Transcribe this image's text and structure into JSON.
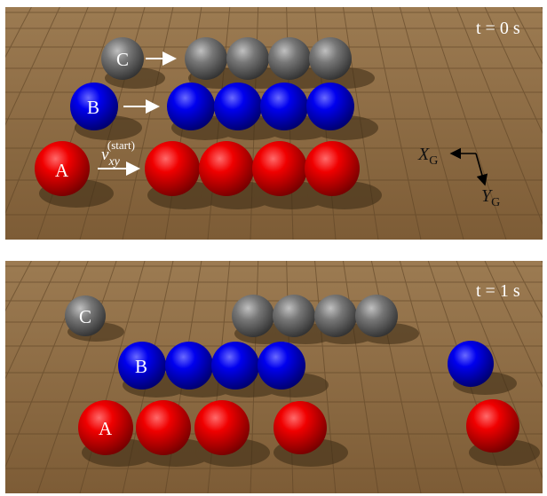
{
  "panels": [
    {
      "time_label": "t = 0 s",
      "labels": {
        "a": "A",
        "b": "B",
        "c": "C"
      },
      "velocity": {
        "symbol": "v",
        "subscript": "xy",
        "superscript": "(start)"
      },
      "axes": {
        "x_symbol": "X",
        "x_subscript": "G",
        "y_symbol": "Y",
        "y_subscript": "G"
      }
    },
    {
      "time_label": "t = 1 s",
      "labels": {
        "a": "A",
        "b": "B",
        "c": "C"
      }
    }
  ],
  "colors": {
    "floor": "#8a6a42",
    "floor_grid": "#5e4426",
    "red_ball": "#e00000",
    "blue_ball": "#0000e0",
    "gray_ball": "#6e6e6e"
  }
}
